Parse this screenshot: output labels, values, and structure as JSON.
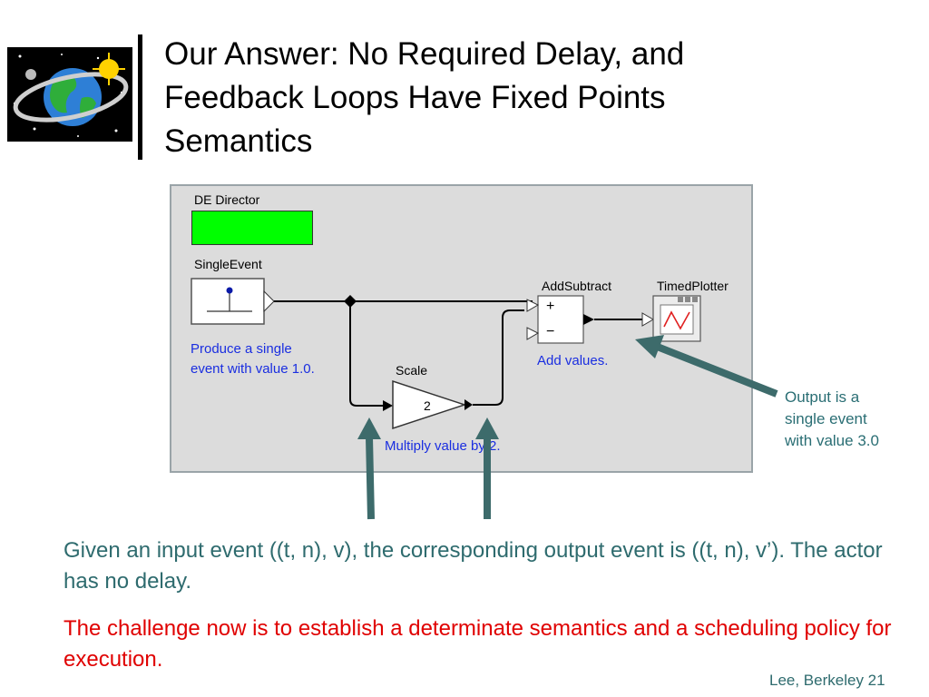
{
  "slide": {
    "title": "Our Answer: No Required Delay, and\nFeedback Loops Have Fixed Points\nSemantics",
    "footer": "Lee, Berkeley 21"
  },
  "diagram": {
    "director_label": "DE Director",
    "single_event": {
      "label": "SingleEvent",
      "note": [
        "Produce a single",
        "event with value 1.0."
      ]
    },
    "add_subtract": {
      "label": "AddSubtract",
      "plus": "+",
      "minus": "−",
      "note": "Add values."
    },
    "timed_plotter": {
      "label": "TimedPlotter"
    },
    "scale": {
      "label": "Scale",
      "factor": "2",
      "note": "Multiply value by 2."
    },
    "output_callout": "Output is a\nsingle event\nwith value 3.0"
  },
  "body_text": {
    "line1": "Given an input event ((t, n), v), the corresponding output event is ((t, n), v’). The actor has no delay.",
    "line2": "The challenge now is to establish a determinate semantics and a scheduling policy for execution."
  },
  "colors": {
    "arrow": "#3d6b6b",
    "director": "#00ff00",
    "note_blue": "#1a2ee0",
    "challenge_red": "#e00000"
  },
  "icons": [
    "globe-logo-icon",
    "stem-plot-icon",
    "sine-wave-icon"
  ]
}
